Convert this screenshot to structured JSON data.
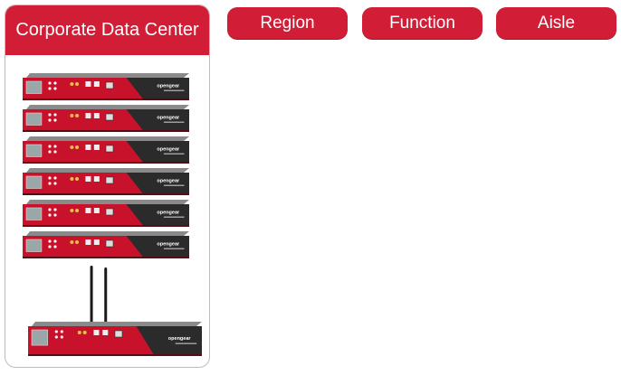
{
  "panel": {
    "title": "Corporate Data Center"
  },
  "tabs": {
    "region": "Region",
    "function": "Function",
    "aisle": "Aisle"
  },
  "devices": {
    "brand_label": "opengear",
    "rack_units": 6,
    "colors": {
      "accent": "#d11e36",
      "chassis_red": "#c8112b",
      "chassis_dark": "#2b2b2b",
      "top_gray": "#8a8a8a"
    }
  }
}
